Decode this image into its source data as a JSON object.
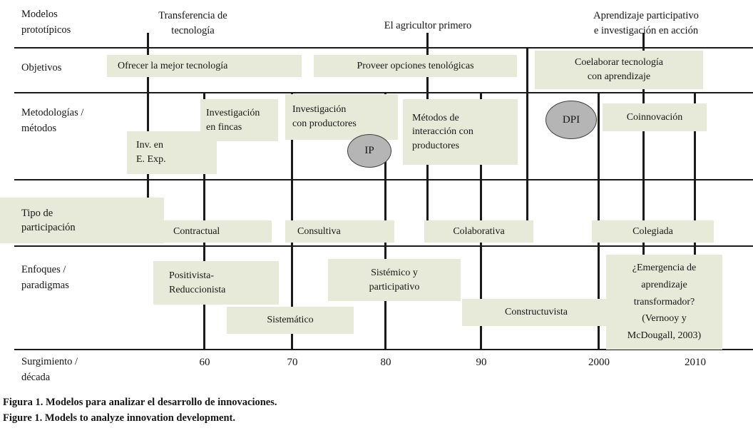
{
  "colors": {
    "box_fill": "#e7ead9",
    "ellipse_fill": "#b5b5b5",
    "line_color": "#1a1a1a"
  },
  "row_labels": {
    "modelos": "Modelos\nprototípicos",
    "objetivos": "Objetivos",
    "metodologias": "Metodologías /\nmétodos",
    "participacion": "Tipo de\nparticipación",
    "enfoques": "Enfoques /\nparadigmas",
    "surgimiento": "Surgimiento /\ndécada"
  },
  "models": {
    "transferencia": "Transferencia de\ntecnología",
    "agricultor": "El agricultor primero",
    "aprendizaje": "Aprendizaje participativo\ne investigación en acción"
  },
  "objetivos": {
    "ofrecer": "Ofrecer la mejor tecnología",
    "proveer": "Proveer opciones tenológicas",
    "coelaborar": "Coelaborar tecnología\ncon aprendizaje"
  },
  "metodologias": {
    "inv_estaciones": "Inv. en\nE. Exp.",
    "inv_fincas": "Investigación\nen fincas",
    "inv_productores": "Investigación\ncon productores",
    "ip": "IP",
    "metodos_interaccion": "Métodos de\ninteracción con\nproductores",
    "dpi": "DPI",
    "coinnovacion": "Coinnovación"
  },
  "participacion": {
    "contractual": "Contractual",
    "consultiva": "Consultiva",
    "colaborativa": "Colaborativa",
    "colegiada": "Colegiada"
  },
  "enfoques": {
    "positivista": "Positivista-\nReduccionista",
    "sistematico": "Sistemático",
    "sistemico": "Sistémico y\nparticipativo",
    "constructivista": "Constructuvista",
    "emergencia": "¿Emergencia de\naprendizaje\ntransformador?\n(Vernooy y\nMcDougall, 2003)"
  },
  "decadas": [
    "60",
    "70",
    "80",
    "90",
    "2000",
    "2010"
  ],
  "caption": {
    "es": "Figura 1. Modelos para analizar el desarrollo de innovaciones.",
    "en": "Figure 1. Models to analyze innovation development."
  }
}
